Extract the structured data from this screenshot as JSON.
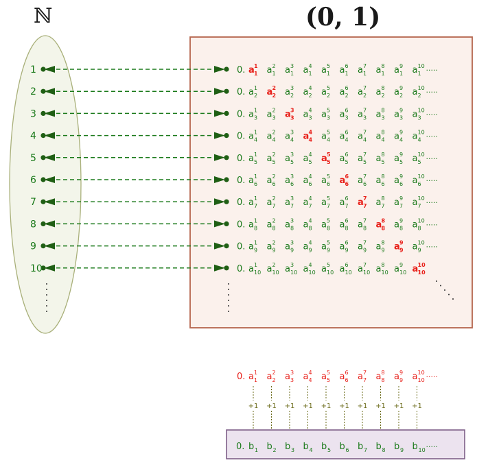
{
  "set_label": "ℕ",
  "interval_label": "(0, 1)",
  "naturals": [
    "1",
    "2",
    "3",
    "4",
    "5",
    "6",
    "7",
    "8",
    "9",
    "10"
  ],
  "decimal_prefix": "0.",
  "digit_symbol": "a",
  "superscripts": [
    "1",
    "2",
    "3",
    "4",
    "5",
    "6",
    "7",
    "8",
    "9",
    "10"
  ],
  "subscripts": [
    "1",
    "2",
    "3",
    "4",
    "5",
    "6",
    "7",
    "8",
    "9",
    "10"
  ],
  "row_tail": "·····",
  "diagonal_tail": "·····",
  "increment_label": "+1",
  "b_prefix": "0.",
  "b_symbol": "b",
  "b_subscripts": [
    "1",
    "2",
    "3",
    "4",
    "5",
    "6",
    "7",
    "8",
    "9",
    "10"
  ],
  "b_tail": "·····",
  "colors": {
    "green": "#1b7a1b",
    "dark_green": "#1f5f14",
    "red": "#e8201a",
    "olive": "#6b6b1a",
    "ellipse_fill": "#f3f5ea",
    "ellipse_stroke": "#a9b07a",
    "square_fill": "#fbf1ec",
    "square_stroke": "#b5654d",
    "box_fill": "#ece3ef",
    "box_stroke": "#7e5f88"
  }
}
